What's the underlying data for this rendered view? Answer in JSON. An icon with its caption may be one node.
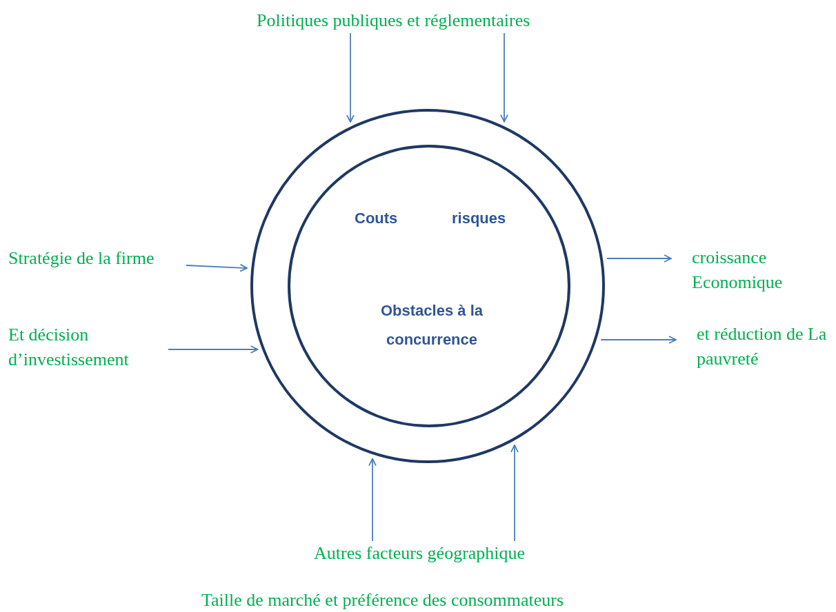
{
  "diagram": {
    "nodes": [
      {
        "text": [],
        "shape": "circle"
      },
      {
        "text": [
          "Couts",
          "risques",
          "Obstacles à la concurrence"
        ],
        "in": 0
      },
      {
        "text": [
          "Politiques publiques et réglementaires"
        ]
      },
      {
        "text": [
          "Stratégie de la firme"
        ]
      },
      {
        "text": [
          "Et décision d’investissement"
        ]
      },
      {
        "text": [
          "croissance Economique"
        ]
      },
      {
        "text": [
          "et réduction de La pauvreté"
        ]
      },
      {
        "text": [
          "Autres facteurs géographique"
        ]
      }
    ],
    "edges": [
      {
        "from": 2,
        "to": 0,
        "arrow": "to"
      },
      {
        "from": 2,
        "to": 0,
        "arrow": "to"
      },
      {
        "from": 3,
        "to": 0,
        "arrow": "to"
      },
      {
        "from": 4,
        "to": 0,
        "arrow": "to"
      },
      {
        "from": 0,
        "to": 5,
        "arrow": "to"
      },
      {
        "from": 0,
        "to": 6,
        "arrow": "to"
      },
      {
        "from": 7,
        "to": 0,
        "arrow": "to"
      },
      {
        "from": 7,
        "to": 0,
        "arrow": "to"
      }
    ],
    "labels": [
      "Taille de marché et préférence des consommateurs"
    ]
  }
}
